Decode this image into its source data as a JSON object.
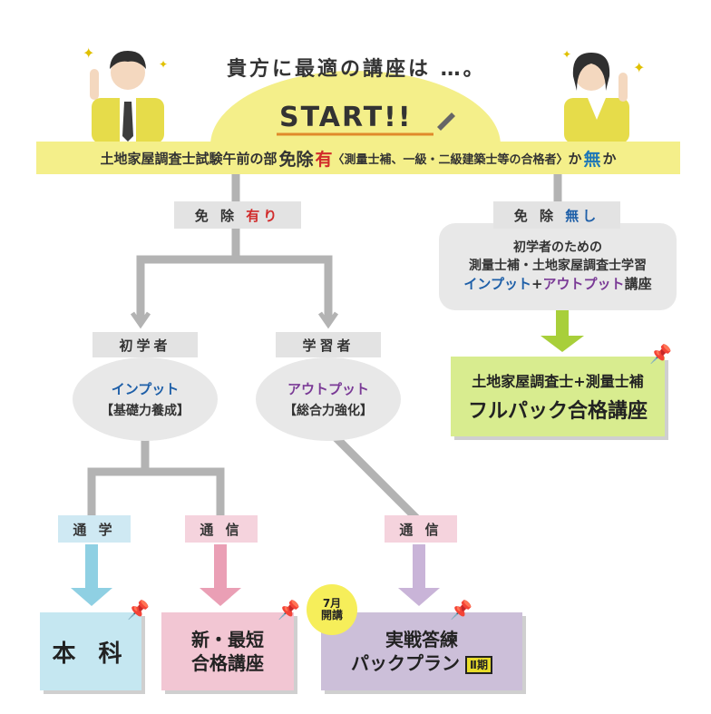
{
  "headline": "貴方に最適の講座は …。",
  "start": {
    "label": "START!!"
  },
  "question": {
    "part1": "土地家屋調査士試験午前の部",
    "part2": "免除",
    "ari": "有",
    "detail": "〈測量士補、一級・二級建築士等の合格者〉",
    "ka1": "か",
    "nashi": "無",
    "ka2": "か"
  },
  "exempt_yes": {
    "prefix": "免 除",
    "emph": "有り"
  },
  "exempt_no": {
    "prefix": "免 除",
    "emph": "無し"
  },
  "no_branch": {
    "line1": "初学者のための",
    "line2": "測量士補・土地家屋調査士学習",
    "input": "インプット",
    "plus": "+",
    "output": "アウトプット",
    "suffix": "講座"
  },
  "beginner": {
    "tag": "初学者",
    "title": "インプット",
    "sub": "【基礎力養成】"
  },
  "learner": {
    "tag": "学習者",
    "title": "アウトプット",
    "sub": "【総合力強化】"
  },
  "full_pack": {
    "line1": "土地家屋調査士+測量士補",
    "line2": "フルパック合格講座"
  },
  "commute": {
    "tag": "通 学",
    "course": "本 科"
  },
  "corr1": {
    "tag": "通 信",
    "line1": "新・最短",
    "line2": "合格講座"
  },
  "corr2": {
    "tag": "通 信",
    "line1": "実戦答練",
    "line2": "パックプラン",
    "badge": "Ⅱ期"
  },
  "july_badge": {
    "line1": "7月",
    "line2": "開講"
  },
  "colors": {
    "start_yellow": "#f4ef8a",
    "red": "#d12b2b",
    "blue": "#1e5fa8",
    "green_card": "#d8ec8f",
    "cyan_card": "#c5e7f1",
    "pink_card": "#f2c6d3",
    "lavender_card": "#ccbfd9"
  }
}
